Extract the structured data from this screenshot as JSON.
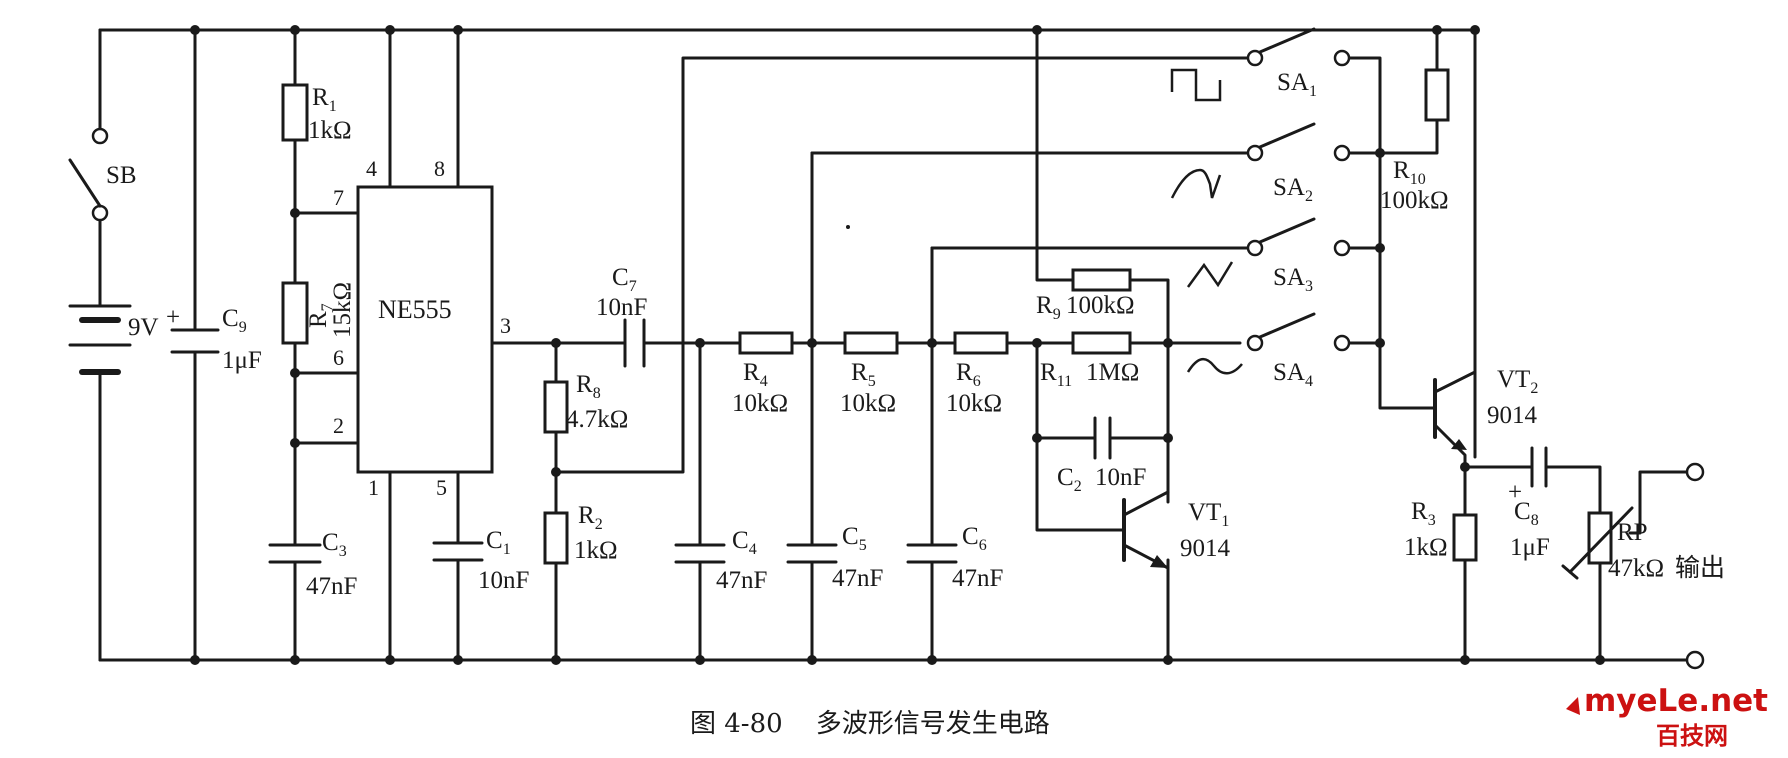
{
  "caption": "图 4-80    多波形信号发生电路",
  "watermark": {
    "site": "myeLe.net",
    "tagline": "百技网"
  },
  "chip": {
    "name": "NE555",
    "pins": [
      "4",
      "8",
      "7",
      "6",
      "2",
      "3",
      "1",
      "5"
    ]
  },
  "switches": [
    {
      "id": "SB",
      "label": "SB"
    },
    {
      "id": "SA1",
      "label": "SA",
      "sub": "1",
      "waveform": "square"
    },
    {
      "id": "SA2",
      "label": "SA",
      "sub": "2",
      "waveform": "sawtooth"
    },
    {
      "id": "SA3",
      "label": "SA",
      "sub": "3",
      "waveform": "triangle"
    },
    {
      "id": "SA4",
      "label": "SA",
      "sub": "4",
      "waveform": "sine"
    }
  ],
  "supply": {
    "label": "9V"
  },
  "resistors": [
    {
      "id": "R1",
      "name": "R",
      "sub": "1",
      "value": "1kΩ"
    },
    {
      "id": "R7",
      "name": "R",
      "sub": "7",
      "value": "15kΩ"
    },
    {
      "id": "R8",
      "name": "R",
      "sub": "8",
      "value": "4.7kΩ"
    },
    {
      "id": "R2",
      "name": "R",
      "sub": "2",
      "value": "1kΩ"
    },
    {
      "id": "R4",
      "name": "R",
      "sub": "4",
      "value": "10kΩ"
    },
    {
      "id": "R5",
      "name": "R",
      "sub": "5",
      "value": "10kΩ"
    },
    {
      "id": "R6",
      "name": "R",
      "sub": "6",
      "value": "10kΩ"
    },
    {
      "id": "R9",
      "name": "R",
      "sub": "9",
      "value": "100kΩ"
    },
    {
      "id": "R11",
      "name": "R",
      "sub": "11",
      "value": "1MΩ"
    },
    {
      "id": "R10",
      "name": "R",
      "sub": "10",
      "value": "100kΩ"
    },
    {
      "id": "R3",
      "name": "R",
      "sub": "3",
      "value": "1kΩ"
    }
  ],
  "capacitors": [
    {
      "id": "C9",
      "name": "C",
      "sub": "9",
      "value": "1μF"
    },
    {
      "id": "C3",
      "name": "C",
      "sub": "3",
      "value": "47nF"
    },
    {
      "id": "C1",
      "name": "C",
      "sub": "1",
      "value": "10nF"
    },
    {
      "id": "C7",
      "name": "C",
      "sub": "7",
      "value": "10nF"
    },
    {
      "id": "C4",
      "name": "C",
      "sub": "4",
      "value": "47nF"
    },
    {
      "id": "C5",
      "name": "C",
      "sub": "5",
      "value": "47nF"
    },
    {
      "id": "C6",
      "name": "C",
      "sub": "6",
      "value": "47nF"
    },
    {
      "id": "C2",
      "name": "C",
      "sub": "2",
      "value": "10nF"
    },
    {
      "id": "C8",
      "name": "C",
      "sub": "8",
      "value": "1μF"
    }
  ],
  "transistors": [
    {
      "id": "VT1",
      "name": "VT",
      "sub": "1",
      "model": "9014"
    },
    {
      "id": "VT2",
      "name": "VT",
      "sub": "2",
      "model": "9014"
    }
  ],
  "potentiometer": {
    "id": "RP",
    "name": "RP",
    "value": "47kΩ"
  },
  "output_label": "输出",
  "polarity_mark": "+"
}
